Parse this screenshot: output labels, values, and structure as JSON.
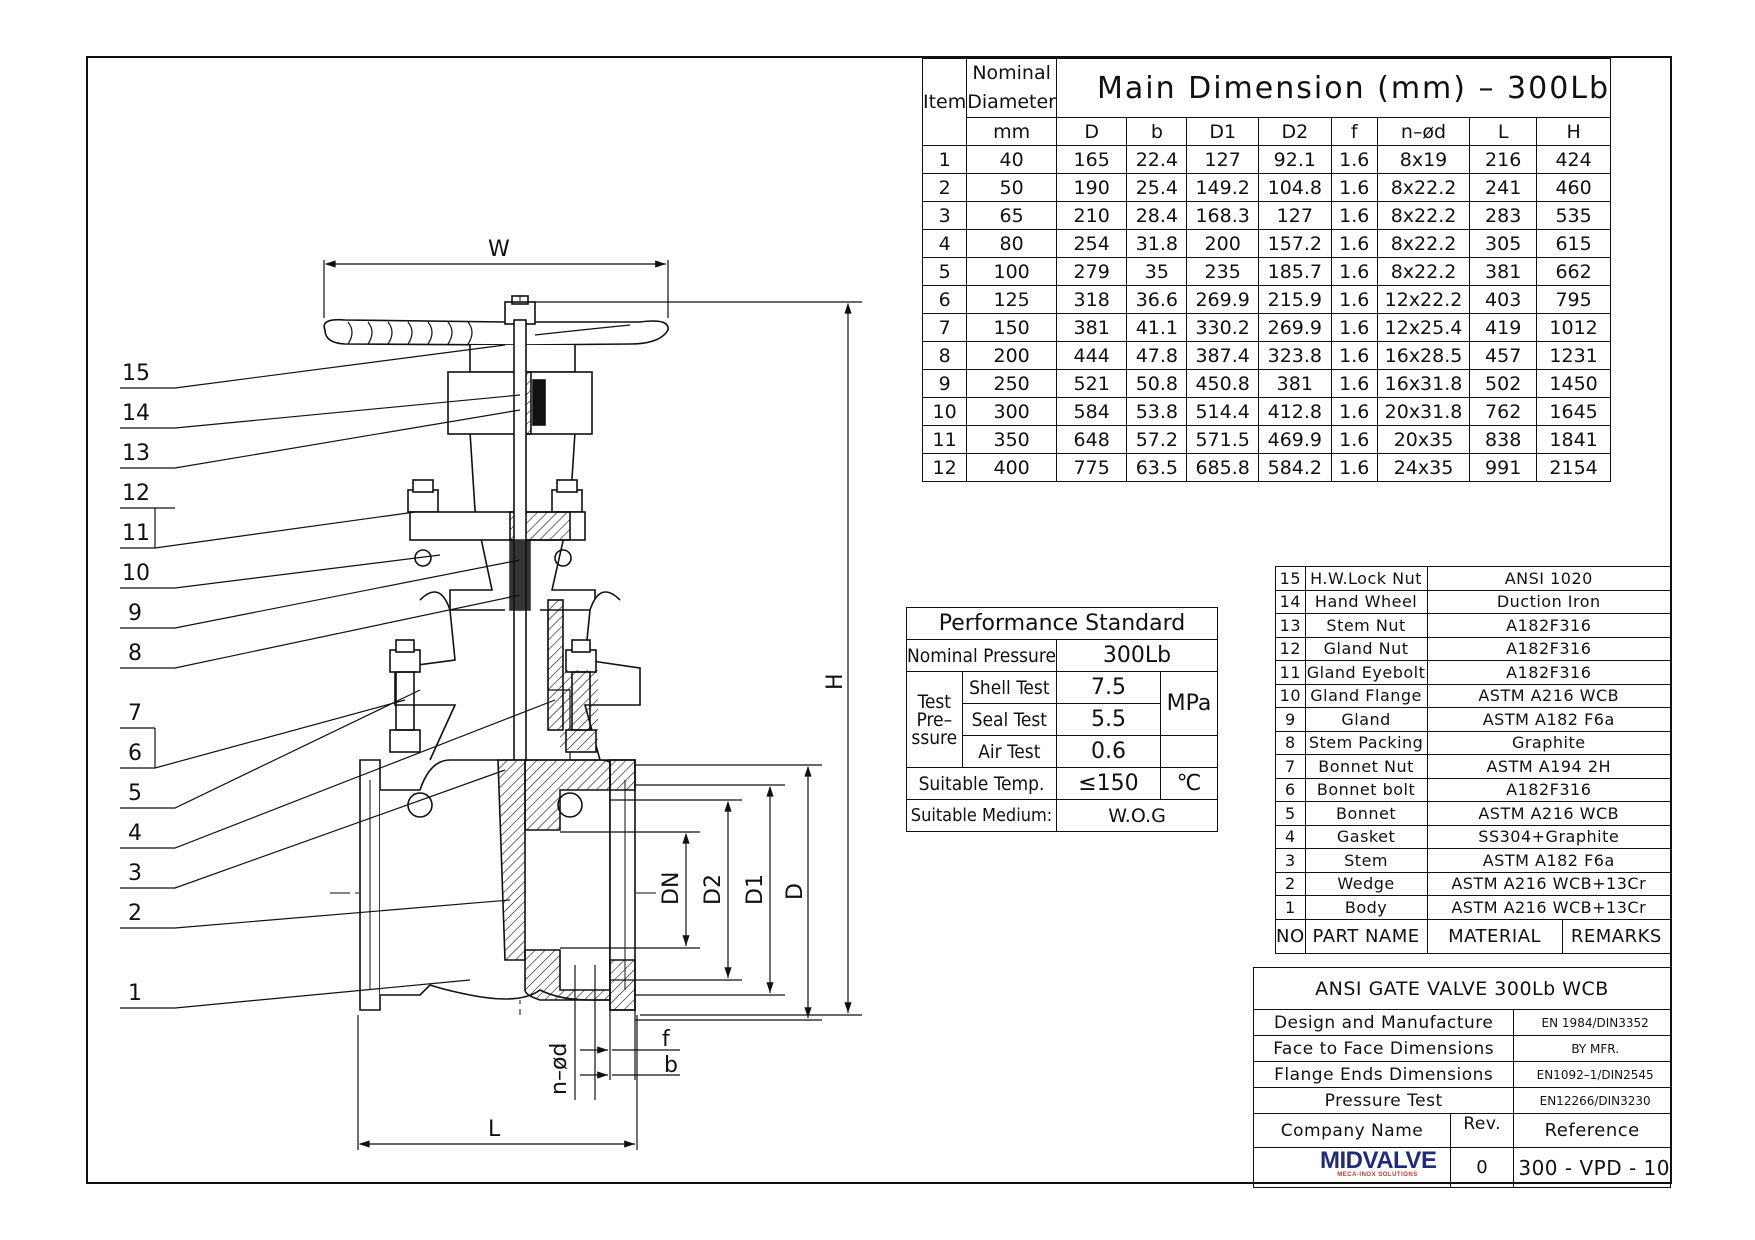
{
  "dimension_table": {
    "col_item": "Item",
    "col_nominal": "Nominal\nDiameter",
    "title": "Main Dimension (mm) – 300Lb",
    "unit": "mm",
    "cols": [
      "D",
      "b",
      "D1",
      "D2",
      "f",
      "n–ød",
      "L",
      "H"
    ],
    "rows": [
      [
        "1",
        "40",
        "165",
        "22.4",
        "127",
        "92.1",
        "1.6",
        "8x19",
        "216",
        "424"
      ],
      [
        "2",
        "50",
        "190",
        "25.4",
        "149.2",
        "104.8",
        "1.6",
        "8x22.2",
        "241",
        "460"
      ],
      [
        "3",
        "65",
        "210",
        "28.4",
        "168.3",
        "127",
        "1.6",
        "8x22.2",
        "283",
        "535"
      ],
      [
        "4",
        "80",
        "254",
        "31.8",
        "200",
        "157.2",
        "1.6",
        "8x22.2",
        "305",
        "615"
      ],
      [
        "5",
        "100",
        "279",
        "35",
        "235",
        "185.7",
        "1.6",
        "8x22.2",
        "381",
        "662"
      ],
      [
        "6",
        "125",
        "318",
        "36.6",
        "269.9",
        "215.9",
        "1.6",
        "12x22.2",
        "403",
        "795"
      ],
      [
        "7",
        "150",
        "381",
        "41.1",
        "330.2",
        "269.9",
        "1.6",
        "12x25.4",
        "419",
        "1012"
      ],
      [
        "8",
        "200",
        "444",
        "47.8",
        "387.4",
        "323.8",
        "1.6",
        "16x28.5",
        "457",
        "1231"
      ],
      [
        "9",
        "250",
        "521",
        "50.8",
        "450.8",
        "381",
        "1.6",
        "16x31.8",
        "502",
        "1450"
      ],
      [
        "10",
        "300",
        "584",
        "53.8",
        "514.4",
        "412.8",
        "1.6",
        "20x31.8",
        "762",
        "1645"
      ],
      [
        "11",
        "350",
        "648",
        "57.2",
        "571.5",
        "469.9",
        "1.6",
        "20x35",
        "838",
        "1841"
      ],
      [
        "12",
        "400",
        "775",
        "63.5",
        "685.8",
        "584.2",
        "1.6",
        "24x35",
        "991",
        "2154"
      ]
    ]
  },
  "performance": {
    "title": "Performance Standard",
    "nominal_pressure_label": "Nominal Pressure",
    "nominal_pressure_value": "300Lb",
    "test_label_1": "Test",
    "test_label_2": "Pre–",
    "test_label_3": "ssure",
    "shell_label": "Shell Test",
    "shell_value": "7.5",
    "seal_label": "Seal Test",
    "seal_value": "5.5",
    "air_label": "Air Test",
    "air_value": "0.6",
    "mpa": "MPa",
    "temp_label": "Suitable Temp.",
    "temp_value": "≤150",
    "temp_unit": "℃",
    "medium_label": "Suitable Medium:",
    "medium_value": "W.O.G"
  },
  "parts": {
    "rows": [
      [
        "15",
        "H.W.Lock Nut",
        "ANSI 1020"
      ],
      [
        "14",
        "Hand Wheel",
        "Duction Iron"
      ],
      [
        "13",
        "Stem Nut",
        "A182F316"
      ],
      [
        "12",
        "Gland Nut",
        "A182F316"
      ],
      [
        "11",
        "Gland Eyebolt",
        "A182F316"
      ],
      [
        "10",
        "Gland Flange",
        "ASTM A216 WCB"
      ],
      [
        "9",
        "Gland",
        "ASTM A182 F6a"
      ],
      [
        "8",
        "Stem Packing",
        "Graphite"
      ],
      [
        "7",
        "Bonnet Nut",
        "ASTM A194 2H"
      ],
      [
        "6",
        "Bonnet bolt",
        "A182F316"
      ],
      [
        "5",
        "Bonnet",
        "ASTM A216 WCB"
      ],
      [
        "4",
        "Gasket",
        "SS304+Graphite"
      ],
      [
        "3",
        "Stem",
        "ASTM A182 F6a"
      ],
      [
        "2",
        "Wedge",
        "ASTM A216 WCB+13Cr"
      ],
      [
        "1",
        "Body",
        "ASTM A216 WCB+13Cr"
      ]
    ],
    "header_no": "NO",
    "header_part": "PART NAME",
    "header_material": "MATERIAL",
    "header_remarks": "REMARKS"
  },
  "title_block": {
    "title": "ANSI GATE VALVE 300Lb WCB",
    "design_label": "Design and Manufacture",
    "design_value": "EN 1984/DIN3352",
    "face_label": "Face to Face Dimensions",
    "face_value": "BY MFR.",
    "flange_label": "Flange Ends Dimensions",
    "flange_value": "EN1092–1/DIN2545",
    "pressure_label": "Pressure Test",
    "pressure_value": "EN12266/DIN3230",
    "company_label": "Company Name",
    "rev_label": "Rev.",
    "reference_label": "Reference",
    "rev_value": "0",
    "reference_value": "300 - VPD - 10",
    "logo_name": "MIDVALVE",
    "logo_tagline": "MECA-INOX SOLUTIONS"
  },
  "drawing": {
    "dim_W": "W",
    "dim_H": "H",
    "dim_L": "L",
    "dim_DN": "DN",
    "dim_D2": "D2",
    "dim_D1": "D1",
    "dim_D": "D",
    "dim_f": "f",
    "dim_b": "b",
    "dim_nd": "n–ød",
    "callouts": [
      "15",
      "14",
      "13",
      "12",
      "11",
      "10",
      "9",
      "8",
      "7",
      "6",
      "5",
      "4",
      "3",
      "2",
      "1"
    ]
  }
}
